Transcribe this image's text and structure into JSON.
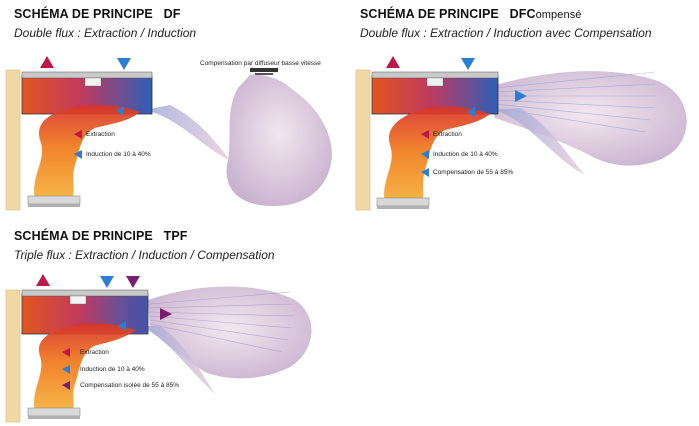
{
  "diagrams": [
    {
      "title_prefix": "SCHÉMA DE PRINCIPE",
      "title_code": "DF",
      "title_suffix": "",
      "subtitle": "Double flux : Extraction / Induction",
      "note": "Compensation par diffuseur basse vitesse",
      "legend": [
        {
          "label": "Extraction",
          "color": "#c0174a"
        },
        {
          "label": "Induction de 10 à 40%",
          "color": "#2a7fd4"
        }
      ]
    },
    {
      "title_prefix": "SCHÉMA DE PRINCIPE",
      "title_code": "DFC",
      "title_suffix": "ompensé",
      "subtitle": "Double flux : Extraction / Induction avec Compensation",
      "note": "",
      "legend": [
        {
          "label": "Extraction",
          "color": "#c0174a"
        },
        {
          "label": "Induction de 10 à 40%",
          "color": "#2a7fd4"
        },
        {
          "label": "Compensation de 55 à 85%",
          "color": "#2a7fd4"
        }
      ]
    },
    {
      "title_prefix": "SCHÉMA DE PRINCIPE",
      "title_code": "TPF",
      "title_suffix": "",
      "subtitle": "Triple flux : Extraction / Induction / Compensation",
      "note": "",
      "legend": [
        {
          "label": "Extraction",
          "color": "#c0174a"
        },
        {
          "label": "Induction de 10 à 40%",
          "color": "#2a7fd4"
        },
        {
          "label": "Compensation isolée de 55 à 85%",
          "color": "#7a1f6e"
        }
      ]
    }
  ],
  "colors": {
    "extraction": "#c0174a",
    "induction": "#2a7fd4",
    "compensation_tpf": "#7a1f6e",
    "wall": "#f1d9a6",
    "hood_body": "#2d6fc0",
    "plume_orange": "#f28a1a",
    "plume_red": "#d8332a",
    "stream_mauve": "#c9b7d6"
  }
}
